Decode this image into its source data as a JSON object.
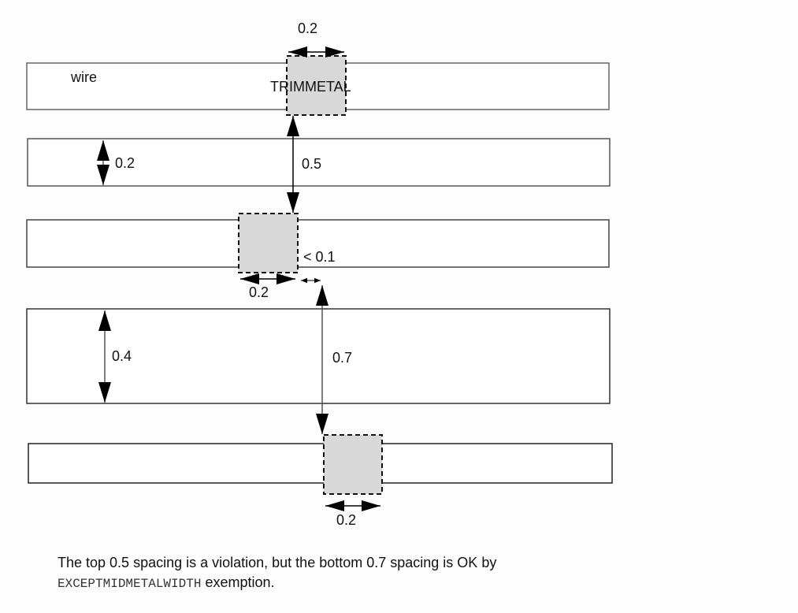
{
  "diagram": {
    "wire_label": "wire",
    "trim_label": "TRIMMETAL",
    "dimensions": {
      "top_trim_width": "0.2",
      "wire_width": "0.2",
      "top_spacing": "0.5",
      "mid_gap": "< 0.1",
      "mid_trim_width": "0.2",
      "wide_wire_width": "0.4",
      "bottom_spacing": "0.7",
      "bottom_trim_width": "0.2"
    },
    "colors": {
      "trim_fill": "#d8d8d8",
      "wire_stroke": "#555555",
      "arrow": "#000000"
    }
  },
  "caption": {
    "line1": "The top 0.5 spacing is a violation, but the bottom 0.7 spacing is OK by",
    "keyword": "EXCEPTMIDMETALWIDTH",
    "line2_rest": " exemption."
  }
}
